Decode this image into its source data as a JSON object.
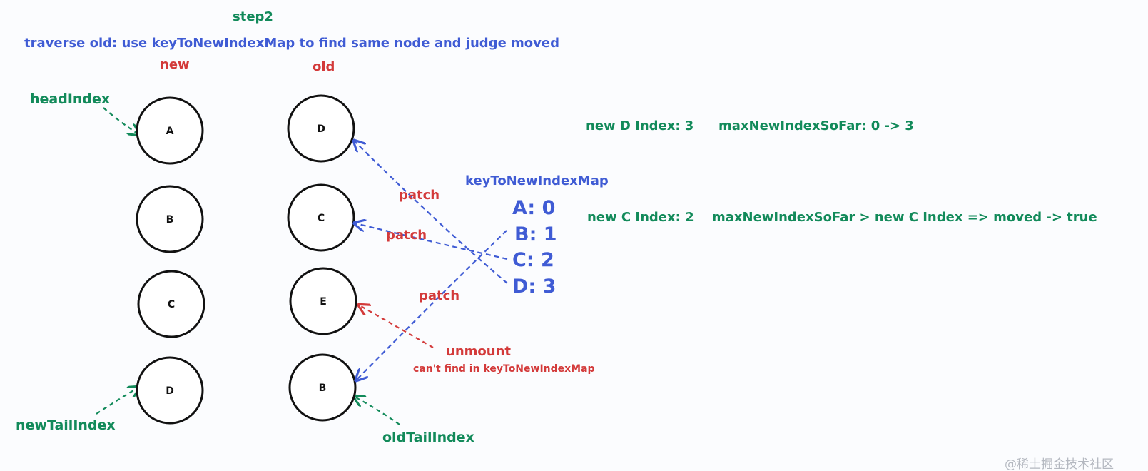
{
  "header": {
    "step": "step2",
    "instruction": "traverse old:  use keyToNewIndexMap to find same node and judge moved",
    "new_label": "new",
    "old_label": "old"
  },
  "pointers": {
    "head_index": "headIndex",
    "new_tail_index": "newTailIndex",
    "old_tail_index": "oldTailIndex"
  },
  "new_nodes": [
    "A",
    "B",
    "C",
    "D"
  ],
  "old_nodes": [
    "D",
    "C",
    "E",
    "B"
  ],
  "map": {
    "title": "keyToNewIndexMap",
    "items": [
      "A: 0",
      "B: 1",
      "C: 2",
      "D: 3"
    ]
  },
  "labels": {
    "patch": "patch",
    "unmount": "unmount",
    "cant_find": "can't find in keyToNewIndexMap"
  },
  "notes": {
    "d_index": "new D Index: 3",
    "d_max": "maxNewIndexSoFar: 0 -> 3",
    "c_index": "new C Index: 2",
    "c_max": "maxNewIndexSoFar > new C Index => moved -> true"
  },
  "watermark": "@稀土掘金技术社区",
  "colors": {
    "green": "#128a5a",
    "blue": "#3f5bd4",
    "red": "#d33a3a",
    "black": "#111111"
  }
}
